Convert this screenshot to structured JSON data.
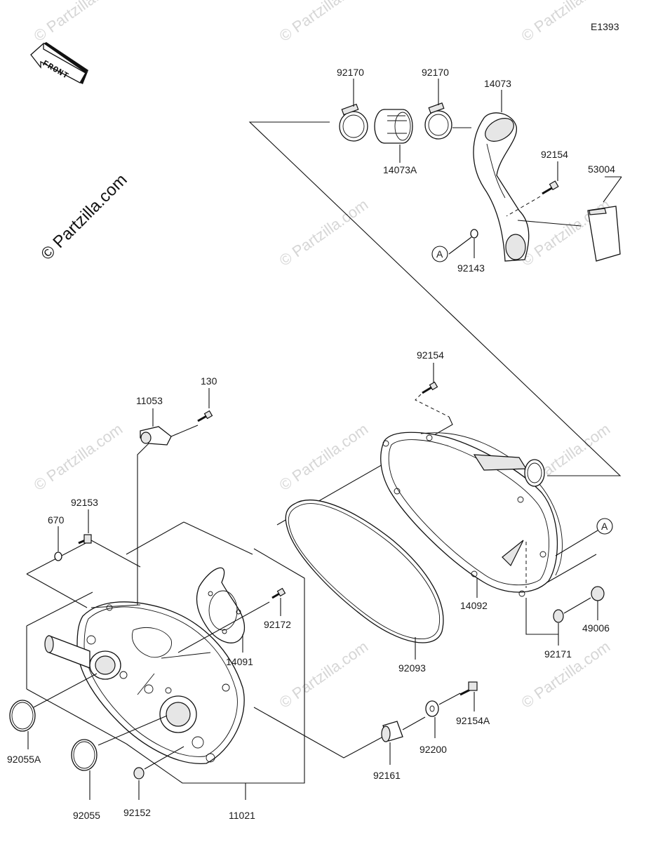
{
  "diagram_code": "E1393",
  "front_label": "FRONT",
  "copyright": "© Partzilla.com",
  "watermark": "© Partzilla.com",
  "callout_ref": "A",
  "parts": {
    "p92170a": "92170",
    "p92170b": "92170",
    "p14073": "14073",
    "p14073A": "14073A",
    "p92154a": "92154",
    "p53004": "53004",
    "p92143": "92143",
    "p92154b": "92154",
    "p130": "130",
    "p11053": "11053",
    "p92153": "92153",
    "p670": "670",
    "p14092": "14092",
    "p49006": "49006",
    "p92171": "92171",
    "p92172": "92172",
    "p14091": "14091",
    "p92093": "92093",
    "p92154A": "92154A",
    "p92200": "92200",
    "p92161": "92161",
    "p92055A": "92055A",
    "p92055": "92055",
    "p92152": "92152",
    "p11021": "11021"
  }
}
